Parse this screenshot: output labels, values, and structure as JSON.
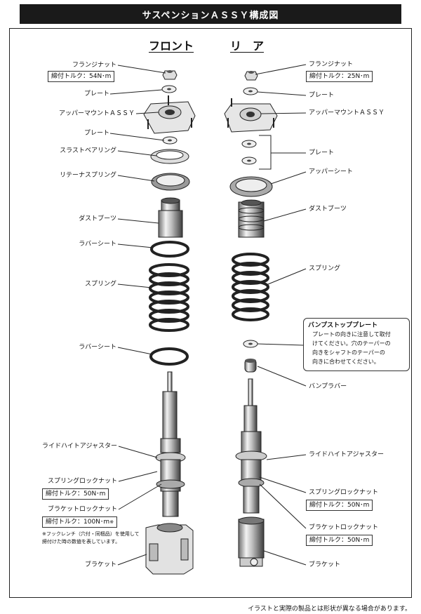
{
  "title": "サスペンションＡＳＳＹ構成図",
  "columns": {
    "front": "フロント",
    "rear": "リ　ア"
  },
  "front": {
    "flange_nut": "フランジナット",
    "flange_nut_torque": "締付トルク：54N･m",
    "plate1": "プレート",
    "upper_mount": "アッパーマウントＡＳＳＹ",
    "plate2": "プレート",
    "thrust_bearing": "スラストベアリング",
    "retainer_spring": "リテーナスプリング",
    "dust_boots": "ダストブーツ",
    "rubber_seat1": "ラバーシート",
    "spring": "スプリング",
    "rubber_seat2": "ラバーシート",
    "ride_height": "ライドハイトアジャスター",
    "spring_lock_nut": "スプリングロックナット",
    "spring_lock_torque": "締付トルク：50N･m",
    "bracket_lock_nut": "ブラケットロックナット",
    "bracket_lock_torque": "締付トルク：100N･m",
    "torque_mark": "※",
    "note_line1": "※フックレンチ（穴付・同梱品）を使用して",
    "note_line2": "締付けた時の数値を表しています。",
    "bracket": "ブラケット"
  },
  "rear": {
    "flange_nut": "フランジナット",
    "flange_nut_torque": "締付トルク：25N･m",
    "plate1": "プレート",
    "upper_mount": "アッパーマウントＡＳＳＹ",
    "plate2": "プレート",
    "upper_seat": "アッパーシート",
    "dust_boots": "ダストブーツ",
    "spring": "スプリング",
    "bump_stop_title": "バンプストッププレート",
    "bump_stop_line1": "プレートの向きに注意して取付",
    "bump_stop_line2": "けてください。穴のテーパーの",
    "bump_stop_line3": "向きをシャフトのテーパーの",
    "bump_stop_line4": "向きに合わせてください。",
    "bump_rubber": "バンプラバー",
    "ride_height": "ライドハイトアジャスター",
    "spring_lock_nut": "スプリングロックナット",
    "spring_lock_torque": "締付トルク：50N･m",
    "bracket_lock_nut": "ブラケットロックナット",
    "bracket_lock_torque": "締付トルク：50N･m",
    "bracket": "ブラケット"
  },
  "footer": "イラストと実際の製品とは形状が異なる場合があります。"
}
